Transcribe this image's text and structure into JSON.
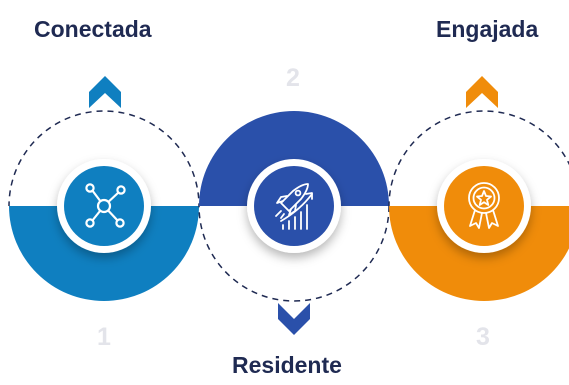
{
  "steps": [
    {
      "number": "1",
      "label": "Conectada",
      "icon": "network-nodes-icon",
      "color": "#0f7fc0"
    },
    {
      "number": "2",
      "label": "Residente",
      "icon": "rocket-growth-chart-icon",
      "color": "#2a50aa"
    },
    {
      "number": "3",
      "label": "Engajada",
      "icon": "award-ribbon-star-icon",
      "color": "#f08c0a"
    }
  ],
  "colors": {
    "title_text": "#1f2a52",
    "number_text": "#e3e4ea",
    "dashed_line": "#1f2a52"
  }
}
